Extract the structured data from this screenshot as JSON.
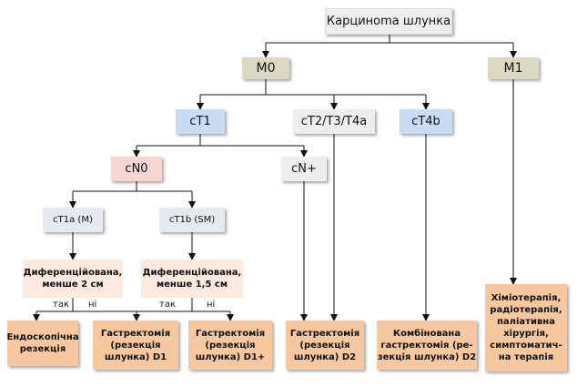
{
  "diagram": {
    "root": "Карциноma шлунка",
    "m0": "M0",
    "m1": "M1",
    "ct1": "cT1",
    "ct234": "cT2/T3/T4a",
    "ct4b": "cT4b",
    "cn0": "cN0",
    "cnplus": "cN+",
    "ct1a": "cT1a (M)",
    "ct1b": "cT1b (SM)",
    "diff1": "Диференційована,\nменше 2 см",
    "diff2": "Диференційована,\nменше 1,5 см",
    "yes": "так",
    "no": "ні",
    "r_endo": "Ендоскопічна\nрезекція",
    "r_d1": "Гастректомія\n(резекція\nшлунка) D1",
    "r_d1plus": "Гастректомія\n(резекція\nшлунка) D1+",
    "r_d2": "Гастректомія\n(резекція\nшлунка) D2",
    "r_comb": "Комбінована\nгастректомія (ре-\nзекція шлунка) D2",
    "r_chemo": "Хіміотерапія,\nрадіотерапія,\nпаліативна\nхірургія,\nсимптоматич-\nна терапія"
  }
}
